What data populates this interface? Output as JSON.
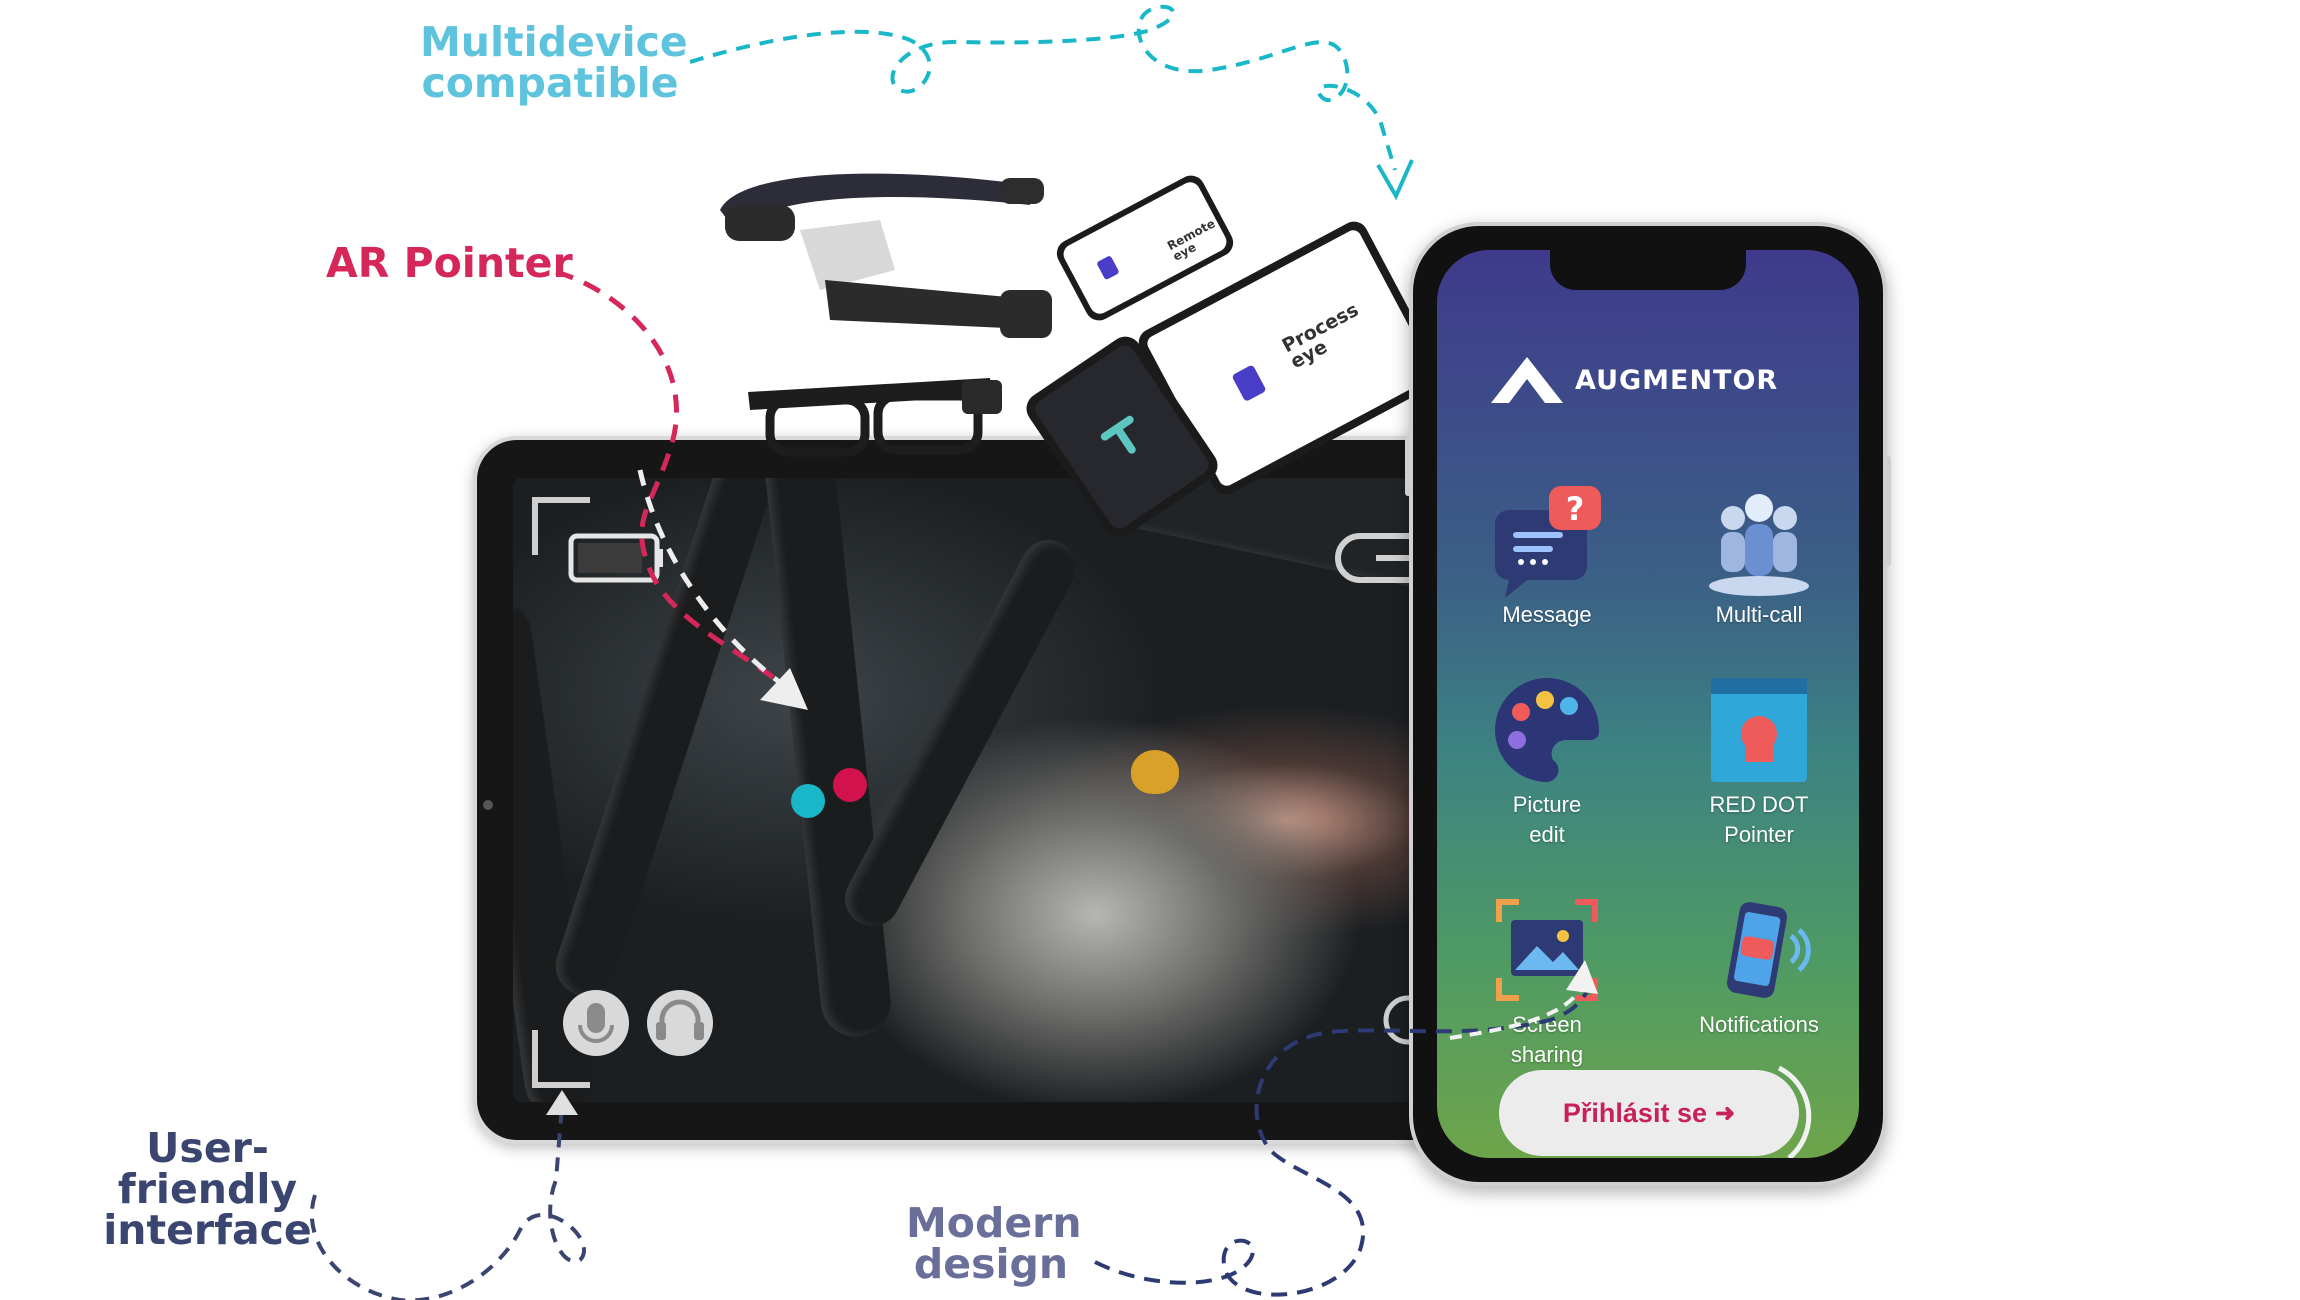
{
  "callouts": {
    "multidevice": [
      "Multidevice",
      "compatible"
    ],
    "ar_pointer": "AR Pointer",
    "user_friendly": [
      "User-friendly",
      "interface"
    ],
    "modern_design": [
      "Modern",
      "design"
    ]
  },
  "devices": {
    "remote_eye_logo": [
      "Remote",
      "eye"
    ],
    "process_eye_logo": [
      "Process",
      "eye"
    ]
  },
  "phone": {
    "brand": "AUGMENTOR",
    "tiles": [
      {
        "label": "Message",
        "icon": "message-icon"
      },
      {
        "label": "Multi-call",
        "icon": "multi-call-icon"
      },
      {
        "label": "Picture\nedit",
        "icon": "palette-icon"
      },
      {
        "label": "RED DOT\nPointer",
        "icon": "red-dot-pointer-icon"
      },
      {
        "label": "Screen\nsharing",
        "icon": "screen-sharing-icon"
      },
      {
        "label": "Notifications",
        "icon": "phone-notification-icon"
      }
    ],
    "login_button": "Přihlásit se"
  },
  "colors": {
    "multidevice": "#5ec3dc",
    "ar_pointer": "#d6275a",
    "user_friendly": "#3a4570",
    "modern_design": "#6a6f9a",
    "login_text": "#c8215a",
    "pointer_cyan": "#1ab7c9",
    "pointer_red": "#d2124c"
  }
}
